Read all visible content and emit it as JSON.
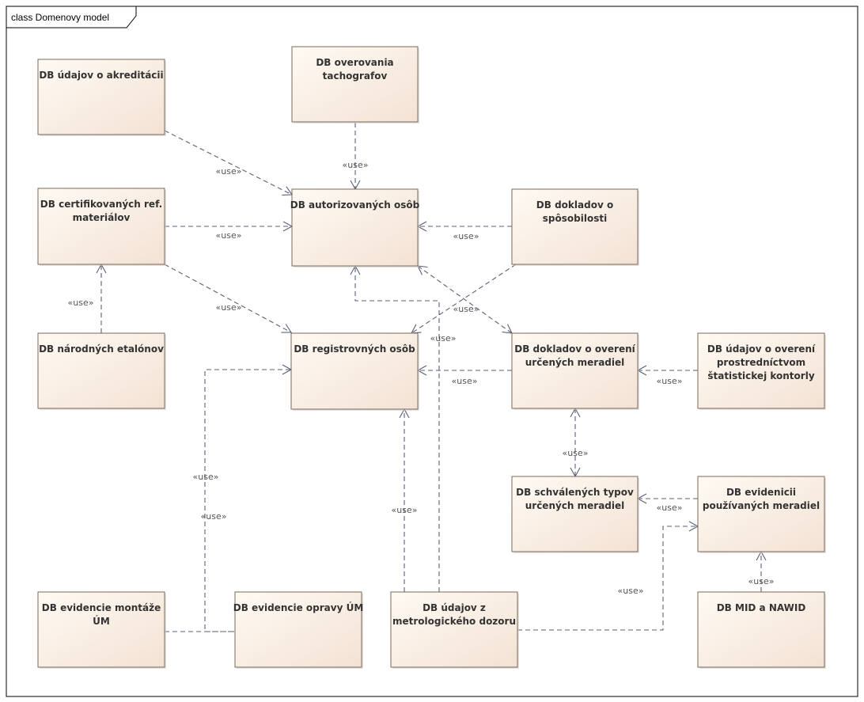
{
  "frame": {
    "title": "class Domenovy model"
  },
  "use_label": "«use»",
  "boxes": {
    "akreditacie": [
      "DB údajov o akreditácii"
    ],
    "tachografy": [
      "DB overovania",
      "tachografov"
    ],
    "certifikovane": [
      "DB certifikovaných ref.",
      "materiálov"
    ],
    "autorizovane": [
      "DB autorizovaných osôb"
    ],
    "sposobilost": [
      "DB dokladov o",
      "spôsobilosti"
    ],
    "etalony": [
      "DB národných etalónov"
    ],
    "registrovane": [
      "DB registrovných osôb"
    ],
    "overenie": [
      "DB dokladov o overení",
      "určených meradiel"
    ],
    "statisticka": [
      "DB údajov o overení",
      "prostredníctvom",
      "štatistickej kontorly"
    ],
    "schvalene": [
      "DB schválených typov",
      "určených meradiel"
    ],
    "pouzivane": [
      "DB evidenicii",
      "používaných meradiel"
    ],
    "montaz": [
      "DB evidencie montáže",
      "ÚM"
    ],
    "oprava": [
      "DB evidencie opravy ÚM"
    ],
    "dozor": [
      "DB údajov z",
      "metrologického dozoru"
    ],
    "mid": [
      "DB MID a NAWID"
    ]
  }
}
